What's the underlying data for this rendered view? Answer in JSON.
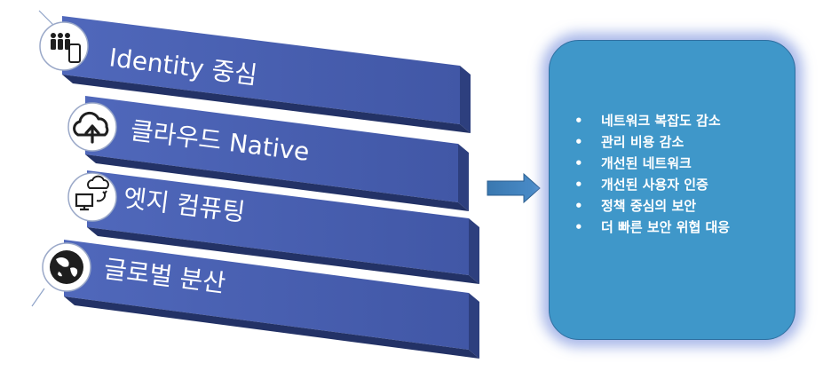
{
  "banners": [
    {
      "label": "Identity 중심",
      "icon": "people-device-icon"
    },
    {
      "label": "클라우드 Native",
      "icon": "cloud-upload-icon"
    },
    {
      "label": "엣지 컴퓨팅",
      "icon": "edge-computer-cloud-icon"
    },
    {
      "label": "글로벌 분산",
      "icon": "globe-icon"
    }
  ],
  "summary": {
    "bullet": "•",
    "items": [
      "네트워크 복잡도 감소",
      "관리 비용 감소",
      "개선된 네트워크",
      "개선된 사용자 인증",
      "정책 중심의 보안",
      "더 빠른 보안 위협 대응"
    ]
  },
  "colors": {
    "banner_front": "#4a63b4",
    "banner_side": "#2d3f7e",
    "banner_bottom": "#233266",
    "arrow": "#3f7fb8",
    "box_fill": "#3f97c9",
    "box_glow": "#8ca0e1"
  }
}
